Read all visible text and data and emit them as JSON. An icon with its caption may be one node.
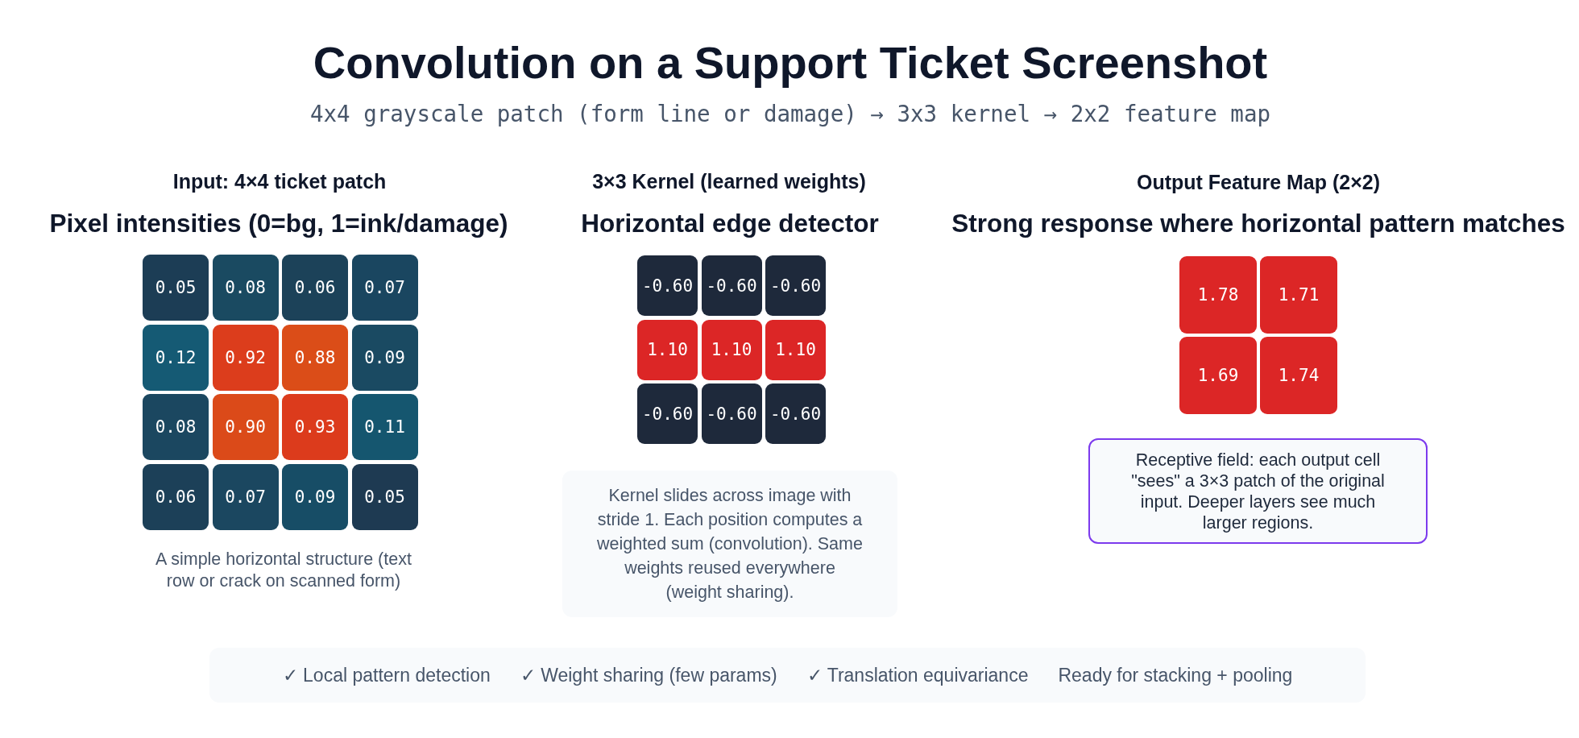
{
  "diagram": {
    "title": "Convolution on a Support Ticket Screenshot",
    "nodes": [
      {
        "text": [
          "0.05"
        ]
      },
      {
        "text": [
          "0.08"
        ]
      },
      {
        "text": [
          "0.06"
        ]
      },
      {
        "text": [
          "0.07"
        ]
      },
      {
        "text": [
          "0.12"
        ]
      },
      {
        "text": [
          "0.92"
        ]
      },
      {
        "text": [
          "0.88"
        ]
      },
      {
        "text": [
          "0.09"
        ]
      },
      {
        "text": [
          "0.08"
        ]
      },
      {
        "text": [
          "0.90"
        ]
      },
      {
        "text": [
          "0.93"
        ]
      },
      {
        "text": [
          "0.11"
        ]
      },
      {
        "text": [
          "0.06"
        ]
      },
      {
        "text": [
          "0.07"
        ]
      },
      {
        "text": [
          "0.09"
        ]
      },
      {
        "text": [
          "0.05"
        ]
      },
      {
        "text": [
          "-0.60"
        ]
      },
      {
        "text": [
          "-0.60"
        ]
      },
      {
        "text": [
          "-0.60"
        ]
      },
      {
        "text": [
          "1.10"
        ]
      },
      {
        "text": [
          "1.10"
        ]
      },
      {
        "text": [
          "1.10"
        ]
      },
      {
        "text": [
          "-0.60"
        ]
      },
      {
        "text": [
          "-0.60"
        ]
      },
      {
        "text": [
          "-0.60"
        ]
      },
      {
        "text": [
          "Kernel slides across image with stride 1. Each position computes a weighted sum (convolution). Same weights reused everywhere (weight sharing)."
        ]
      },
      {
        "text": [
          "1.78"
        ]
      },
      {
        "text": [
          "1.71"
        ]
      },
      {
        "text": [
          "1.69"
        ]
      },
      {
        "text": [
          "1.74"
        ]
      },
      {
        "text": [
          "Receptive field: each output cell \"sees\" a 3×3 patch of the original input. Deeper layers see much larger regions."
        ]
      },
      {
        "text": [
          "✓ Local pattern detection",
          "✓ Weight sharing (few params)",
          "✓ Translation equivariance",
          "Ready for stacking + pooling"
        ]
      }
    ],
    "labels": [
      "4x4 grayscale patch (form line or damage) → 3x3 kernel → 2x2 feature map",
      "Input: 4×4 ticket patch",
      "Pixel intensities (0=bg, 1=ink/damage)",
      "A simple horizontal structure (text row or crack on scanned form)",
      "3×3 Kernel (learned weights)",
      "Horizontal edge detector",
      "Output Feature Map (2×2)",
      "Strong response where horizontal pattern matches"
    ]
  }
}
